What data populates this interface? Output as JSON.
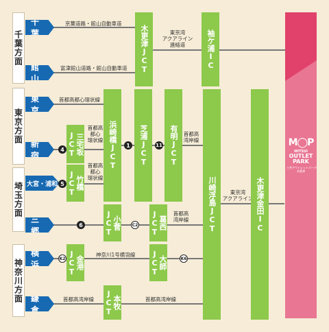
{
  "regions": {
    "chiba": "千葉方面",
    "tokyo": "東京方面",
    "saitama": "埼玉方面",
    "kanagawa": "神奈川方面"
  },
  "origins": {
    "chiba": "千　葉",
    "tateyama": "館　山",
    "tokyo": "東　京",
    "shinjuku": "新　宿",
    "omiya": "大宮・浦和",
    "misato": "三　郷",
    "yokohama": "横　浜",
    "kamakura": "鎌　倉"
  },
  "routes": {
    "chiba": "京葉道路・館山自動車道",
    "tateyama": "富津館山道路・館山自動車道",
    "aqua_conn": "東京湾\nアクアライン\n連絡道",
    "tokyo": "首都高都心環状線",
    "shinjuku": "首都高\n都心\n環状線",
    "omiya": "首都高\n都心\n環状線",
    "ariake": "首都高\n湾岸線",
    "kasai": "首都高\n湾岸線",
    "yokohama": "神奈川1号横羽線",
    "kamakura_left": "首都高湾岸線",
    "kamakura_right": "首都高湾岸線",
    "aqua_line": "東京湾\nアクアライン"
  },
  "junctions": {
    "kisarazu": "木更津JCT",
    "sodegaura": "袖ケ浦IC",
    "hamazaki": "浜崎橋JCT",
    "miyakezaka": "三宅坂JCT",
    "takebashi": "竹橋JCT",
    "shibaura": "芝浦JCT",
    "ariake": "有明JCT",
    "kosuge": "小菅JCT",
    "kasai": "葛西JCT",
    "kanagawa": "金港JCT",
    "daishi": "大師JCT",
    "honmoku": "本牧JCT",
    "ukishima": "川崎浮島JCT",
    "kaneda": "木更津金田IC"
  },
  "badges": {
    "b4": "4",
    "b5": "5",
    "b1": "1",
    "b11": "11",
    "b6": "6",
    "c2": "C2",
    "k2": "K2",
    "k6": "K6"
  },
  "outlet": {
    "logo": "M◯P",
    "brand": "MITSUI",
    "line1": "OUTLET",
    "line2": "PARK",
    "sub": "三井アウトレットパーク\n木更津"
  },
  "colors": {
    "arrow": "#1769b2",
    "junction": "#8dc94b",
    "park": "#e97693",
    "park_top": "#e1426c",
    "background": "#f6ecd7"
  }
}
